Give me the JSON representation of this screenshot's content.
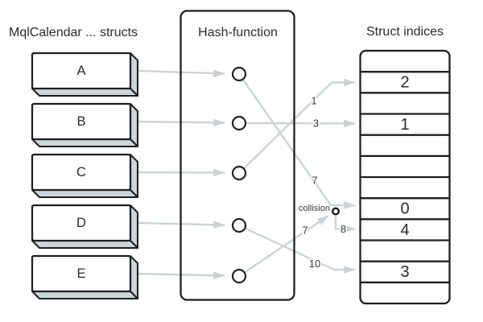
{
  "titles": {
    "structs": "MqlCalendar ... structs",
    "hash": "Hash-function",
    "indices": "Struct indices"
  },
  "structs": [
    "A",
    "B",
    "C",
    "D",
    "E"
  ],
  "edge_labels": {
    "a_hash": "7",
    "b_hash": "3",
    "c_hash": "1",
    "d_hash": "10",
    "e_hash": "7",
    "rehash": "8",
    "collision": "collision"
  },
  "table": {
    "rows": [
      "",
      "2",
      "",
      "1",
      "",
      "",
      "",
      "0",
      "4",
      "",
      "3",
      ""
    ]
  },
  "colors": {
    "border": "#1f1f1f",
    "text": "#2b2b2b",
    "connector": "#c9d2d8",
    "box_side_fill": "#ccd5da",
    "background": "#ffffff"
  }
}
